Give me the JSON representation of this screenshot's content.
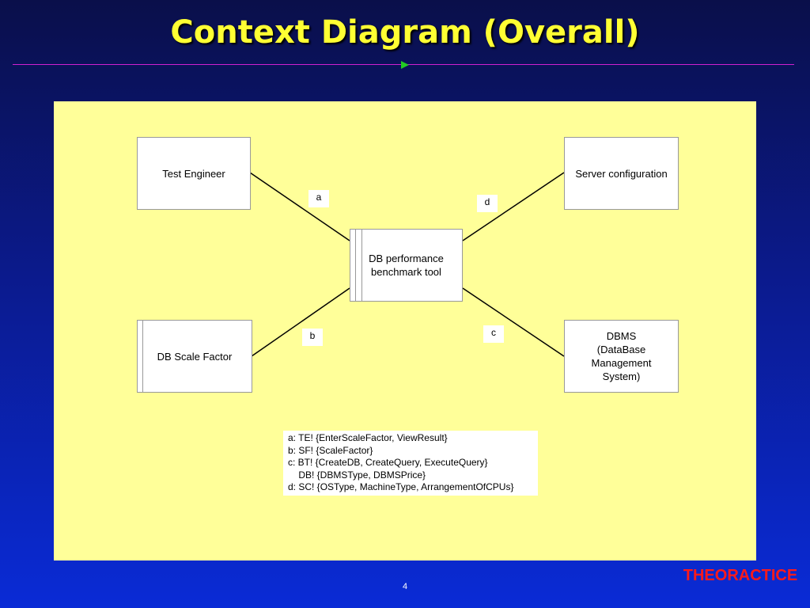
{
  "title": "Context Diagram (Overall)",
  "diagram": {
    "boxes": {
      "test_engineer": "Test Engineer",
      "server_config": "Server configuration",
      "db_tool": "DB performance\nbenchmark tool",
      "scale_factor": "DB Scale Factor",
      "dbms": "DBMS\n(DataBase\nManagement\nSystem)"
    },
    "interface_labels": {
      "a": "a",
      "b": "b",
      "c": "c",
      "d": "d"
    },
    "legend": [
      "a: TE! {EnterScaleFactor, ViewResult}",
      "b: SF! {ScaleFactor}",
      "c: BT! {CreateDB, CreateQuery, ExecuteQuery}",
      "    DB! {DBMSType, DBMSPrice}",
      "d: SC! {OSType, MachineType, ArrangementOfCPUs}"
    ]
  },
  "footer": {
    "page_number": "4",
    "brand": "THEORACTICE"
  },
  "colors": {
    "title": "#ffff33",
    "canvas": "#ffff99",
    "rule": "#d020d0",
    "arrow": "#22cc22",
    "brand": "#ff1a1a"
  }
}
